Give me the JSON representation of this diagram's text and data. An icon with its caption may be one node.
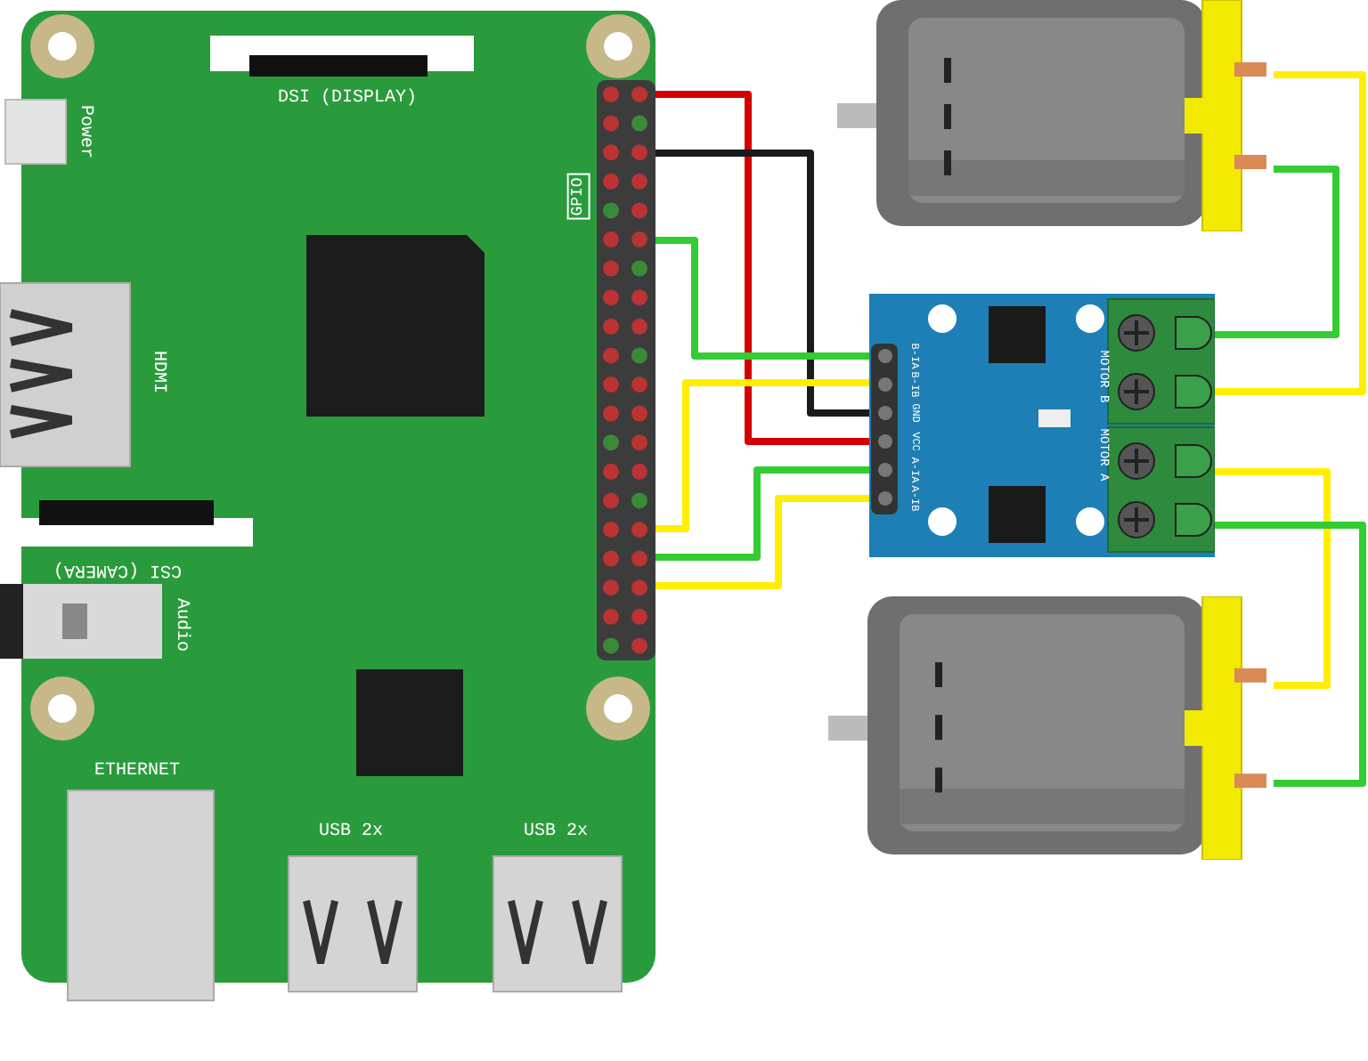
{
  "diagram": {
    "nodes": [
      {
        "text": [
          "Power",
          "DSI (DISPLAY)",
          "HDMI",
          "CSI (CAMERA)",
          "Audio",
          "ETHERNET",
          "USB 2x",
          "USB 2x"
        ]
      },
      {
        "text": [],
        "shape": "box",
        "in": 0,
        "beside": [
          "GPIO"
        ]
      },
      {
        "text": [],
        "shape": "picture"
      },
      {
        "text": [
          "B-IA",
          "B-IB",
          "GND",
          "VCC",
          "A-IA",
          "A-IB",
          "MOTOR B",
          "MOTOR A"
        ]
      },
      {
        "text": [],
        "shape": "picture"
      }
    ],
    "edges": [
      {
        "from": 1,
        "to": 3,
        "arrow": "none",
        "color": "#d40000"
      },
      {
        "from": 1,
        "to": 3,
        "arrow": "none",
        "color": "#1a1a1a"
      },
      {
        "from": 1,
        "to": 3,
        "arrow": "none",
        "color": "#33cc33"
      },
      {
        "from": 1,
        "to": 3,
        "arrow": "none",
        "color": "#ffee00"
      },
      {
        "from": 1,
        "to": 3,
        "arrow": "none",
        "color": "#33cc33"
      },
      {
        "from": 1,
        "to": 3,
        "arrow": "none",
        "color": "#ffee00"
      },
      {
        "from": 3,
        "to": 2,
        "arrow": "none",
        "color": "#33cc33"
      },
      {
        "from": 3,
        "to": 2,
        "arrow": "none",
        "color": "#ffee00"
      },
      {
        "from": 3,
        "to": 4,
        "arrow": "none",
        "color": "#ffee00"
      },
      {
        "from": 3,
        "to": 4,
        "arrow": "none",
        "color": "#33cc33"
      }
    ]
  }
}
